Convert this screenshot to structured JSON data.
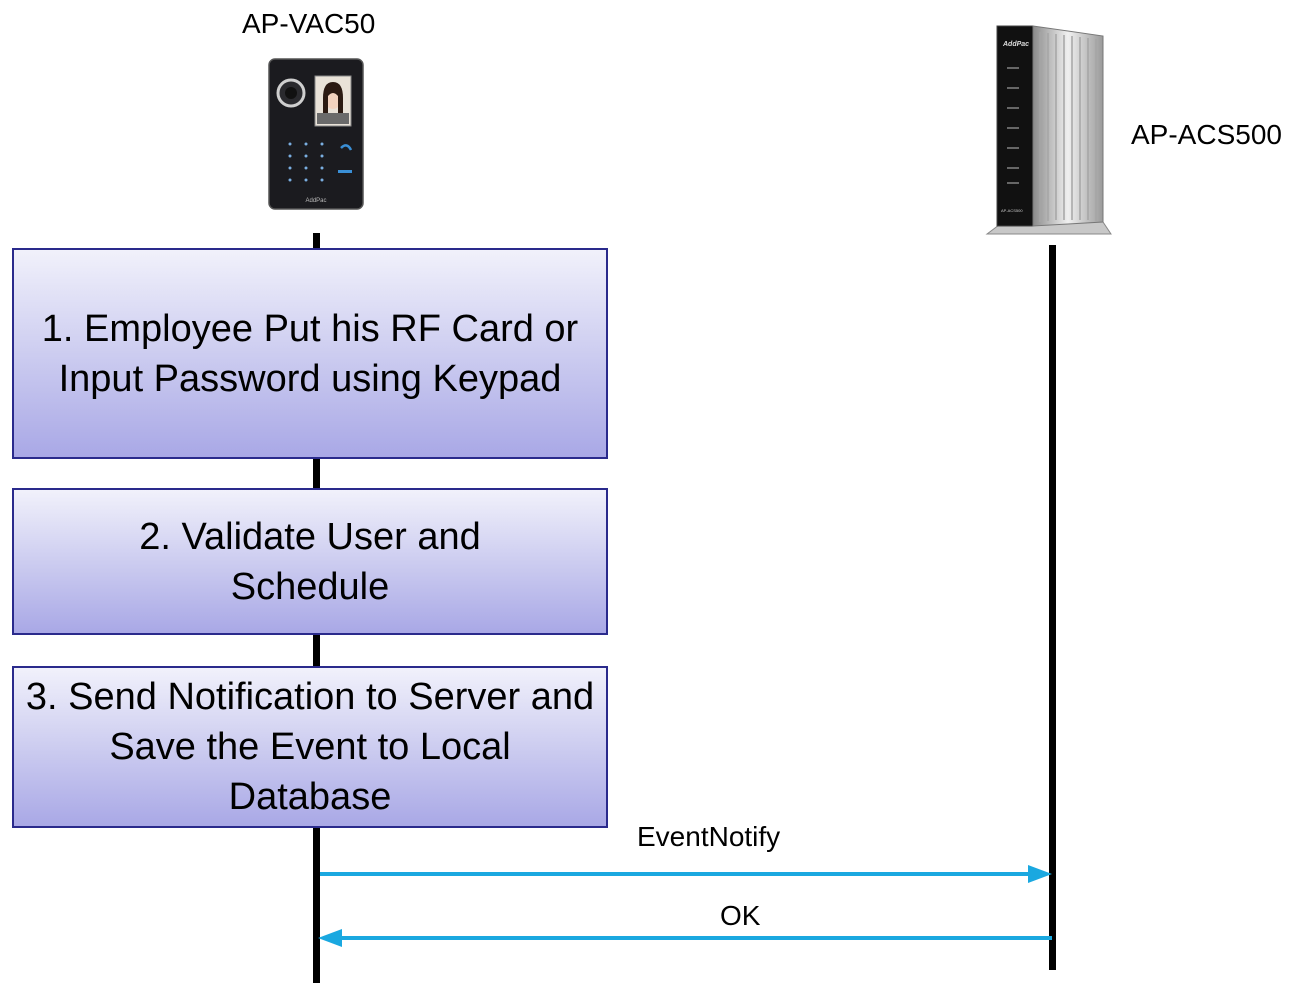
{
  "participants": [
    {
      "id": "left",
      "name": "AP-VAC50",
      "icon": "access-terminal-device-image"
    },
    {
      "id": "right",
      "name": "AP-ACS500",
      "icon": "server-appliance-device-image"
    }
  ],
  "device_text": {
    "terminal_brand": "AddPac",
    "server_brand": "AddPac",
    "server_model": "AP-ACS500"
  },
  "steps": [
    {
      "label": "1. Employee Put his RF Card or Input Password using Keypad"
    },
    {
      "label": "2. Validate User and Schedule"
    },
    {
      "label": "3. Send Notification to Server and Save the Event to Local Database"
    }
  ],
  "messages": [
    {
      "label": "EventNotify",
      "from": "AP-VAC50",
      "to": "AP-ACS500"
    },
    {
      "label": "OK",
      "from": "AP-ACS500",
      "to": "AP-VAC50"
    }
  ],
  "colors": {
    "arrow": "#1aa8e0",
    "step_border": "#2a2a8c",
    "step_fill_top": "#f1f1fb",
    "step_fill_bottom": "#a9a8e6",
    "lifeline": "#000000"
  }
}
